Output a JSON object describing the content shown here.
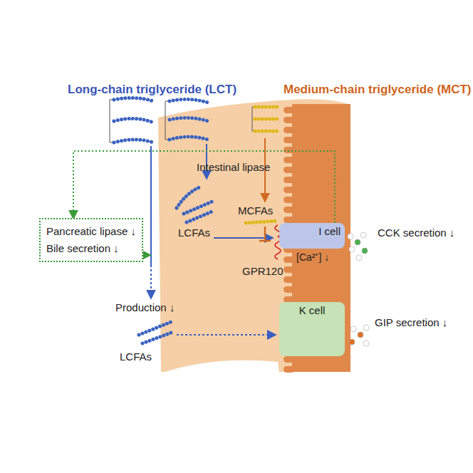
{
  "diagram": {
    "nodes": [
      {
        "text": [
          "Pancreatic lipase ↓",
          "Bile secretion ↓"
        ]
      },
      {
        "text": [
          "I cell"
        ]
      },
      {
        "text": [
          "K cell"
        ]
      }
    ],
    "edges": [
      {
        "from": 1,
        "to": 0,
        "arrow": "to"
      }
    ],
    "labels": [
      "Long-chain triglyceride (LCT)",
      "Medium-chain triglyceride (MCT)",
      "Intestinal lipase",
      "MCFAs",
      "LCFAs",
      "GPR120",
      "[Ca²⁺] ↓",
      "CCK secretion ↓",
      "Production ↓",
      "LCFAs",
      "GIP secretion ↓"
    ]
  }
}
